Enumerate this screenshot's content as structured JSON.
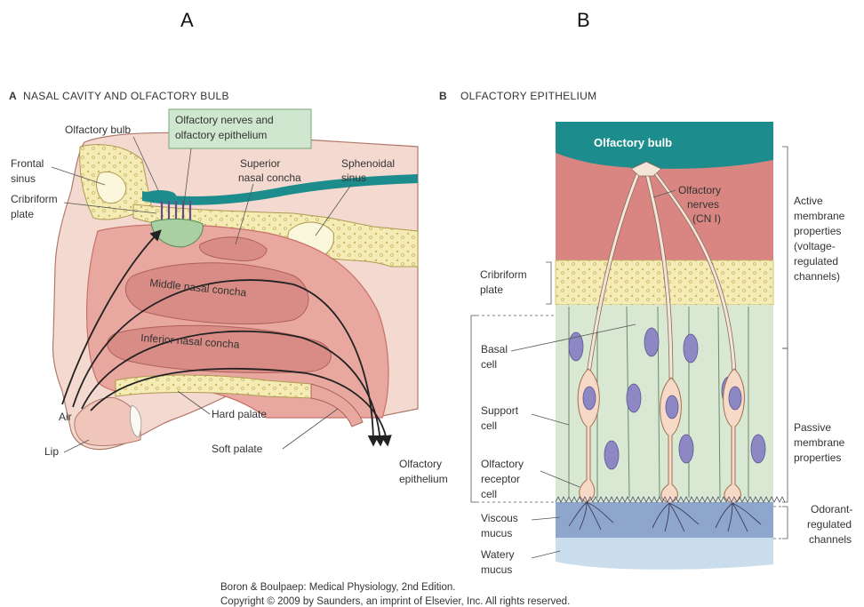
{
  "letters": {
    "a": "A",
    "b": "B"
  },
  "panel_a": {
    "letter": "A",
    "title": "NASAL CAVITY AND OLFACTORY BULB",
    "labels": {
      "olfactory_bulb": "Olfactory bulb",
      "nerves_line1": "Olfactory nerves and",
      "nerves_line2": "olfactory epithelium",
      "frontal_1": "Frontal",
      "frontal_2": "sinus",
      "cribriform_1": "Cribriform",
      "cribriform_2": "plate",
      "superior_1": "Superior",
      "superior_2": "nasal concha",
      "sphenoidal_1": "Sphenoidal",
      "sphenoidal_2": "sinus",
      "middle": "Middle nasal concha",
      "inferior": "Inferior nasal concha",
      "air": "Air",
      "lip": "Lip",
      "hard_palate": "Hard palate",
      "soft_palate": "Soft palate"
    }
  },
  "panel_b": {
    "letter": "B",
    "title": "OLFACTORY EPITHELIUM",
    "labels": {
      "bulb": "Olfactory bulb",
      "nerves_1": "Olfactory",
      "nerves_2": "nerves",
      "nerves_3": "(CN I)",
      "cribriform_1": "Cribriform",
      "cribriform_2": "plate",
      "basal_1": "Basal",
      "basal_2": "cell",
      "support_1": "Support",
      "support_2": "cell",
      "receptor_1": "Olfactory",
      "receptor_2": "receptor",
      "receptor_3": "cell",
      "epi_1": "Olfactory",
      "epi_2": "epithelium",
      "viscous_1": "Viscous",
      "viscous_2": "mucus",
      "watery_1": "Watery",
      "watery_2": "mucus",
      "active_1": "Active",
      "active_2": "membrane",
      "active_3": "properties",
      "active_4": "(voltage-",
      "active_5": "regulated",
      "active_6": "channels)",
      "passive_1": "Passive",
      "passive_2": "membrane",
      "passive_3": "properties",
      "odorant_1": "Odorant-",
      "odorant_2": "regulated",
      "odorant_3": "channels"
    }
  },
  "footer": {
    "line1": "Boron & Boulpaep: Medical Physiology, 2nd Edition.",
    "line2": "Copyright © 2009 by Saunders, an imprint of Elsevier, Inc. All rights reserved."
  },
  "colors": {
    "bone": "#f4ecb4",
    "tissue": "#e8a8a0",
    "tissue_dark": "#c9706a",
    "skin": "#f3d9cf",
    "teal": "#1d8c8c",
    "callout_green": "#cfe6cf",
    "epithelium": "#d8e8d2",
    "mucus_viscous": "#8fa6cc",
    "mucus_watery": "#c9ddec",
    "nucleus": "#8d88c4"
  }
}
